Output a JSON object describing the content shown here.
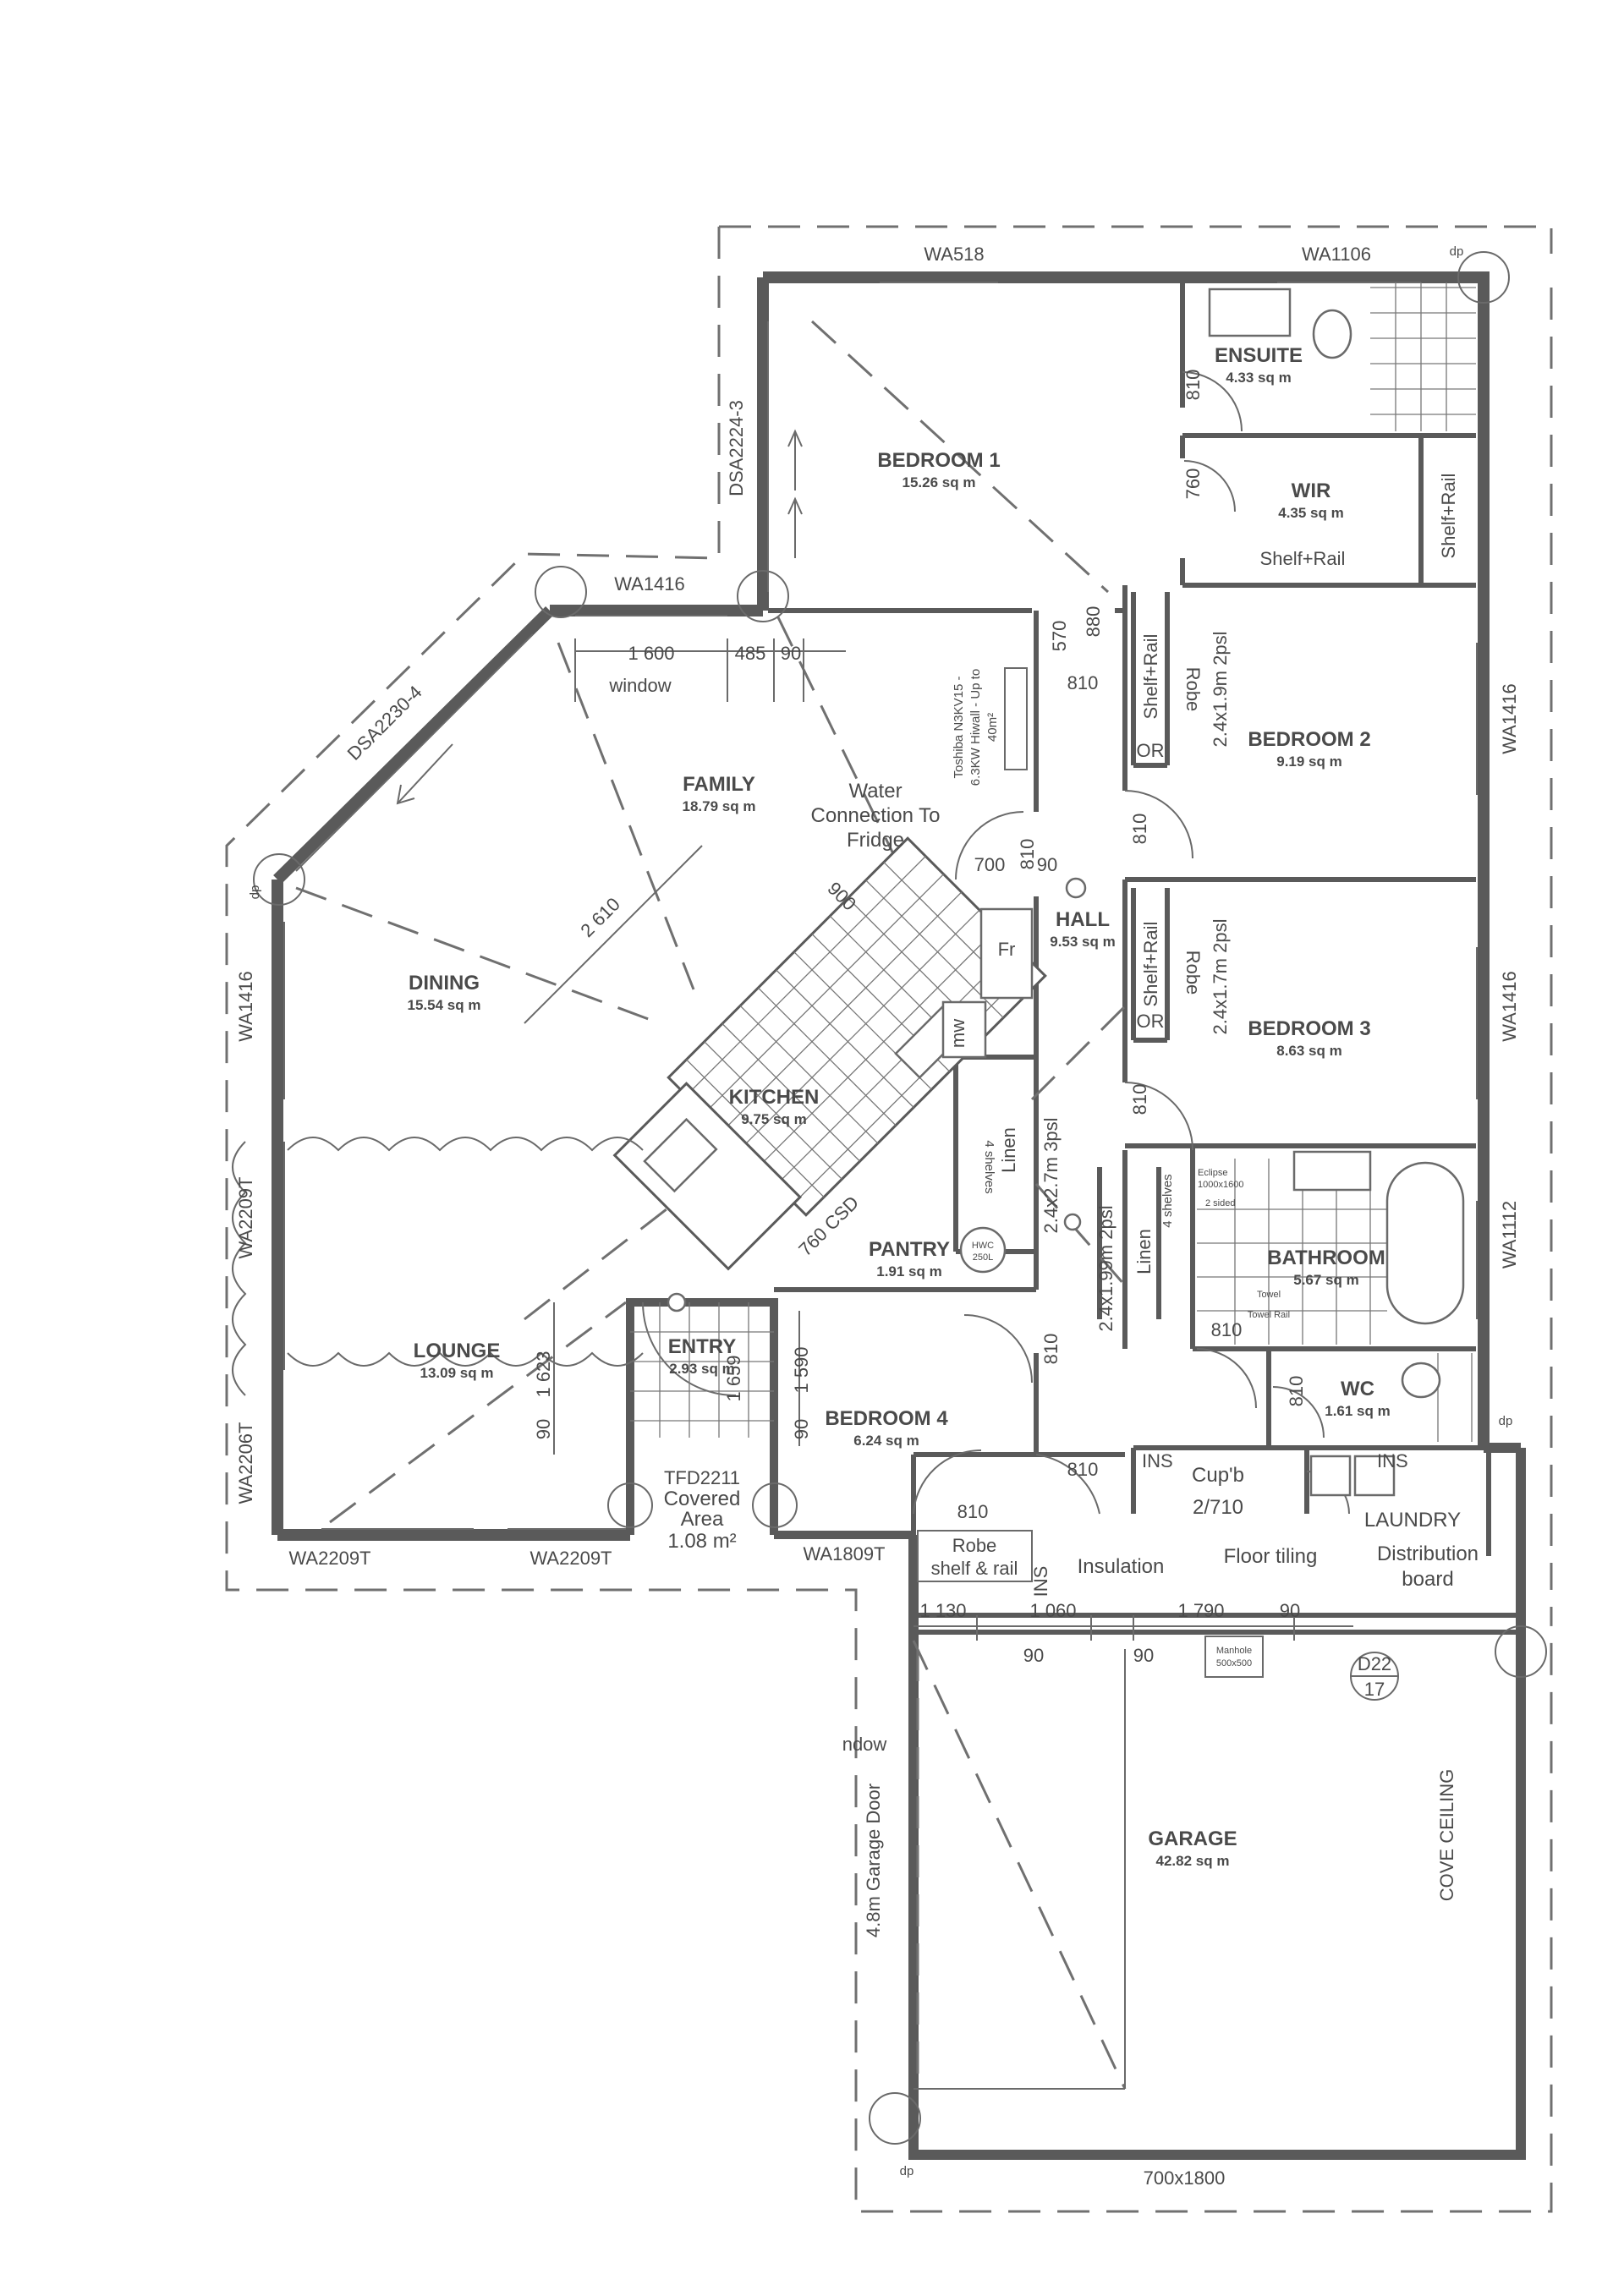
{
  "rooms": {
    "bedroom1": {
      "name": "BEDROOM 1",
      "area": "15.26 sq m"
    },
    "ensuite": {
      "name": "ENSUITE",
      "area": "4.33 sq m"
    },
    "wir": {
      "name": "WIR",
      "area": "4.35 sq m"
    },
    "bedroom2": {
      "name": "BEDROOM 2",
      "area": "9.19 sq m"
    },
    "bedroom3": {
      "name": "BEDROOM 3",
      "area": "8.63 sq m"
    },
    "family": {
      "name": "FAMILY",
      "area": "18.79 sq m"
    },
    "dining": {
      "name": "DINING",
      "area": "15.54 sq m"
    },
    "hall": {
      "name": "HALL",
      "area": "9.53 sq m"
    },
    "kitchen": {
      "name": "KITCHEN",
      "area": "9.75 sq m"
    },
    "pantry": {
      "name": "PANTRY",
      "area": "1.91 sq m"
    },
    "bathroom": {
      "name": "BATHROOM",
      "area": "5.67 sq m"
    },
    "wc": {
      "name": "WC",
      "area": "1.61 sq m"
    },
    "lounge": {
      "name": "LOUNGE",
      "area": "13.09 sq m"
    },
    "entry": {
      "name": "ENTRY",
      "area": "2.93 sq m"
    },
    "bedroom4": {
      "name": "BEDROOM 4",
      "area": "6.24 sq m"
    },
    "laundry": {
      "name": "LAUNDRY"
    },
    "garage": {
      "name": "GARAGE",
      "area": "42.82 sq m"
    }
  },
  "windows": {
    "wa518": "WA518",
    "wa1106": "WA1106",
    "wa1416_top": "WA1416",
    "dsa2224": "DSA2224-3",
    "dsa2230": "DSA2230-4",
    "wa1416_left": "WA1416",
    "wa2209t_left": "WA2209T",
    "wa2206t": "WA2206T",
    "wa2209t_bottom1": "WA2209T",
    "wa2209t_bottom2": "WA2209T",
    "wa1809t": "WA1809T",
    "wa1416_right1": "WA1416",
    "wa1416_right2": "WA1416",
    "wa1112": "WA1112",
    "tfd2211": "TFD2211",
    "d22": "D22",
    "d22_sub": "17"
  },
  "dimensions": {
    "d1600": "1 600",
    "d485": "485",
    "d90a": "90",
    "window": "window",
    "d2610": "2 610",
    "d900": "900",
    "d700": "700",
    "d810_hall": "810",
    "d90b": "90",
    "d570": "570",
    "d880": "880",
    "d810_a": "810",
    "d810_b": "810",
    "d810_c": "810",
    "d810_ens": "810",
    "d760": "760",
    "d810_bath": "810",
    "d810_wc": "810",
    "d810_hall2": "810",
    "d810_bed4": "810",
    "d810_rob": "810",
    "d1623": "1 623",
    "d90c": "90",
    "d1590": "1 590",
    "d90d": "90",
    "d1659": "1 659",
    "d1130": "1 130",
    "d1060": "1 060",
    "d1790": "1 790",
    "d90e": "90",
    "d90f": "90",
    "d90g": "90",
    "d700x1800": "700x1800",
    "d760csd": "760 CSD"
  },
  "labels": {
    "shelf_rail_wir1": "Shelf+Rail",
    "shelf_rail_wir2": "Shelf+Rail",
    "shelf_rail_b2": "Shelf+Rail",
    "robe_b2": "Robe",
    "or_b2": "OR",
    "ceiling_b2": "2.4x1.9m 2psl",
    "shelf_rail_b3": "Shelf+Rail",
    "robe_b3": "Robe",
    "or_b3": "OR",
    "ceiling_b3": "2.4x1.7m 2psl",
    "toshiba": "Toshiba N3KV15 -",
    "toshiba2": "6.3KW Hiwall - Up to",
    "toshiba3": "40m²",
    "water1": "Water",
    "water2": "Connection To",
    "water3": "Fridge",
    "fr": "Fr",
    "mw": "mw",
    "linen1": "Linen",
    "shelves1": "4 shelves",
    "ceiling_hall": "2.4x2.7m 3psl",
    "ceiling_hall2": "2.4x1.99m 2psl",
    "linen2": "Linen",
    "shelves2": "4 shelves",
    "hwc": "HWC",
    "hwc2": "250L",
    "eclipse": "Eclipse",
    "eclipse2": "1000x1600",
    "eclipse3": "2 sided",
    "towel1": "Towel",
    "towel2": "Towel Rail",
    "covered1": "Covered",
    "covered2": "Area",
    "covered3": "1.08 m²",
    "robe_sr": "Robe",
    "robe_sr2": "shelf & rail",
    "ins1": "INS",
    "ins2": "INS",
    "ins3": "INS",
    "cupb": "Cup'b",
    "cupb2": "2/710",
    "insulation": "Insulation",
    "floor_tiling": "Floor tiling",
    "distribution": "Distribution",
    "distribution2": "board",
    "garage_door": "4.8m Garage Door",
    "cove": "COVE CEILING",
    "manhole": "Manhole",
    "manhole2": "500x500",
    "window_frag": "ndow",
    "dp1": "dp",
    "dp2": "dp",
    "dp3": "dp",
    "dp4": "dp"
  }
}
